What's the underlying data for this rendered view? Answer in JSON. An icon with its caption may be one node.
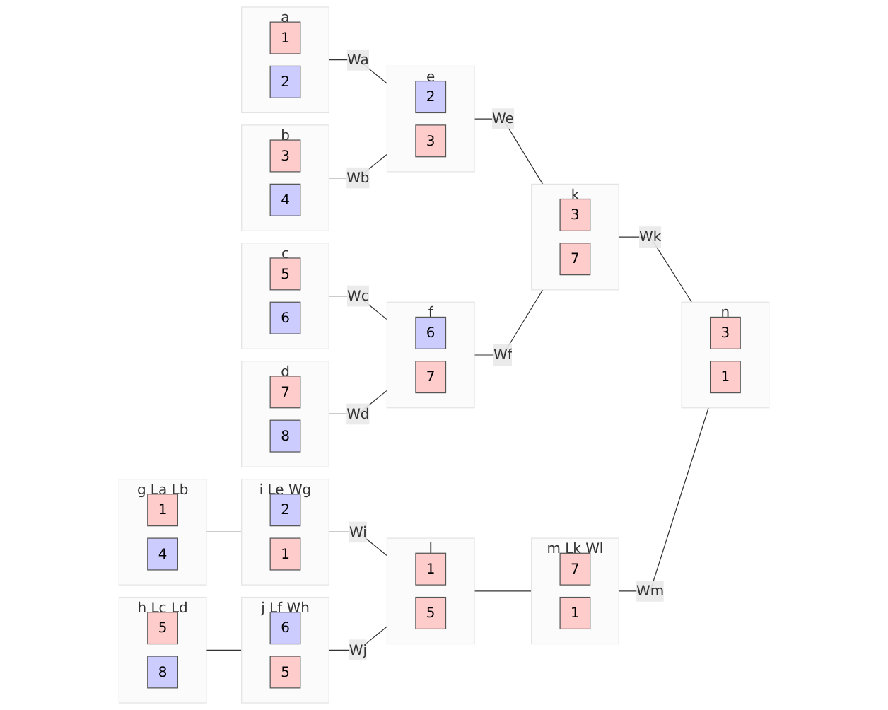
{
  "diagram": {
    "nodes": [
      {
        "text": [
          "a"
        ]
      },
      {
        "text": [
          "1"
        ],
        "in": 0
      },
      {
        "text": [
          "2"
        ],
        "in": 0
      },
      {
        "text": [
          "b"
        ]
      },
      {
        "text": [
          "3"
        ],
        "in": 3
      },
      {
        "text": [
          "4"
        ],
        "in": 3
      },
      {
        "text": [
          "c"
        ]
      },
      {
        "text": [
          "5"
        ],
        "in": 6
      },
      {
        "text": [
          "6"
        ],
        "in": 6
      },
      {
        "text": [
          "d"
        ]
      },
      {
        "text": [
          "7"
        ],
        "in": 9
      },
      {
        "text": [
          "8"
        ],
        "in": 9
      },
      {
        "text": [
          "e"
        ]
      },
      {
        "text": [
          "2"
        ],
        "in": 12
      },
      {
        "text": [
          "3"
        ],
        "in": 12
      },
      {
        "text": [
          "f"
        ]
      },
      {
        "text": [
          "6"
        ],
        "in": 15
      },
      {
        "text": [
          "7"
        ],
        "in": 15
      },
      {
        "text": [
          "k"
        ]
      },
      {
        "text": [
          "3"
        ],
        "in": 18
      },
      {
        "text": [
          "7"
        ],
        "in": 18
      },
      {
        "text": [
          "n"
        ]
      },
      {
        "text": [
          "3"
        ],
        "in": 21
      },
      {
        "text": [
          "1"
        ],
        "in": 21
      },
      {
        "text": [
          "g"
        ],
        "beside": [
          "La",
          "Lb"
        ]
      },
      {
        "text": [
          "1"
        ],
        "in": 24
      },
      {
        "text": [
          "4"
        ],
        "in": 24
      },
      {
        "text": [
          "i"
        ],
        "beside": [
          "Le",
          "Wg"
        ]
      },
      {
        "text": [
          "2"
        ],
        "in": 27
      },
      {
        "text": [
          "1"
        ],
        "in": 27
      },
      {
        "text": [
          "l"
        ]
      },
      {
        "text": [
          "1"
        ],
        "in": 30
      },
      {
        "text": [
          "5"
        ],
        "in": 30
      },
      {
        "text": [
          "m"
        ],
        "beside": [
          "Lk",
          "Wl"
        ]
      },
      {
        "text": [
          "7"
        ],
        "in": 33
      },
      {
        "text": [
          "1"
        ],
        "in": 33
      },
      {
        "text": [
          "h"
        ],
        "beside": [
          "Lc",
          "Ld"
        ]
      },
      {
        "text": [
          "5"
        ],
        "in": 36
      },
      {
        "text": [
          "8"
        ],
        "in": 36
      },
      {
        "text": [
          "j"
        ],
        "beside": [
          "Lf",
          "Wh"
        ]
      },
      {
        "text": [
          "6"
        ],
        "in": 39
      },
      {
        "text": [
          "5"
        ],
        "in": 39
      }
    ],
    "edges": [
      {
        "from": 0,
        "to": 12,
        "arrow": "none",
        "label": "Wa"
      },
      {
        "from": 3,
        "to": 12,
        "arrow": "none",
        "label": "Wb"
      },
      {
        "from": 6,
        "to": 15,
        "arrow": "none",
        "label": "Wc"
      },
      {
        "from": 9,
        "to": 15,
        "arrow": "none",
        "label": "Wd"
      },
      {
        "from": 12,
        "to": 18,
        "arrow": "none",
        "label": "We"
      },
      {
        "from": 15,
        "to": 18,
        "arrow": "none",
        "label": "Wf"
      },
      {
        "from": 18,
        "to": 21,
        "arrow": "none",
        "label": "Wk"
      },
      {
        "from": 24,
        "to": 27,
        "arrow": "none"
      },
      {
        "from": 36,
        "to": 39,
        "arrow": "none"
      },
      {
        "from": 27,
        "to": 30,
        "arrow": "none",
        "label": "Wi"
      },
      {
        "from": 39,
        "to": 30,
        "arrow": "none",
        "label": "Wj"
      },
      {
        "from": 30,
        "to": 33,
        "arrow": "none"
      },
      {
        "from": 33,
        "to": 21,
        "arrow": "none",
        "label": "Wm"
      }
    ]
  }
}
